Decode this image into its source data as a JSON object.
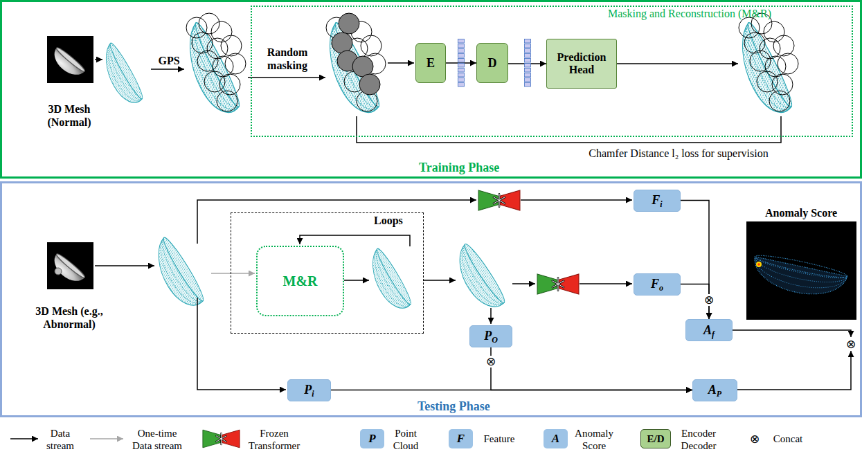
{
  "diagram": {
    "nodes": [
      {
        "text": [
          "Training Phase"
        ]
      },
      {
        "text": [
          "Masking and Reconstruction (M&R)"
        ],
        "in": 0
      },
      {
        "text": [
          "E"
        ],
        "in": 1
      },
      {
        "text": [
          "D"
        ],
        "in": 1
      },
      {
        "text": [
          "Prediction Head"
        ],
        "in": 1
      },
      {
        "text": [
          "Testing Phase"
        ]
      },
      {
        "text": [
          "Loops"
        ],
        "in": 5
      },
      {
        "text": [
          "M&R"
        ],
        "in": 6
      },
      {
        "text": [
          "F",
          "i"
        ],
        "in": 5
      },
      {
        "text": [
          "F",
          "o"
        ],
        "in": 5
      },
      {
        "text": [
          "A",
          "f"
        ],
        "in": 5
      },
      {
        "text": [
          "P",
          "O"
        ],
        "in": 5
      },
      {
        "text": [
          "P",
          "i"
        ],
        "in": 5
      },
      {
        "text": [
          "A",
          "P"
        ],
        "in": 5
      }
    ],
    "edges": [
      {
        "from": 2,
        "to": 3,
        "arrow": "to"
      },
      {
        "from": 3,
        "to": 4,
        "arrow": "to"
      },
      {
        "from": 8,
        "to": 10,
        "arrow": "to"
      },
      {
        "from": 9,
        "to": 10,
        "arrow": "to"
      },
      {
        "from": 11,
        "to": 13,
        "arrow": "to"
      },
      {
        "from": 12,
        "to": 13,
        "arrow": "to"
      }
    ],
    "labels": [
      "3D Mesh (Normal)",
      "GPS",
      "Random masking",
      "Chamfer Distance l₂ loss for supervision",
      "3D Mesh (e.g., Abnormal)",
      "Anomaly Score",
      "⊗",
      "⊗",
      "⊗",
      "P",
      "F",
      "A",
      "E/D",
      "⊗"
    ],
    "legend": [
      {
        "text": "Data stream"
      },
      {
        "text": "One-time Data stream"
      },
      {
        "text": "Frozen Transformer"
      },
      {
        "text": "Point Cloud",
        "color": "#9dc3e6"
      },
      {
        "text": "Feature",
        "color": "#9dc3e6"
      },
      {
        "text": "Anomaly Score",
        "color": "#9dc3e6"
      },
      {
        "text": "Encoder Decoder",
        "color": "#a9d18e"
      },
      {
        "text": "Concat"
      }
    ]
  }
}
